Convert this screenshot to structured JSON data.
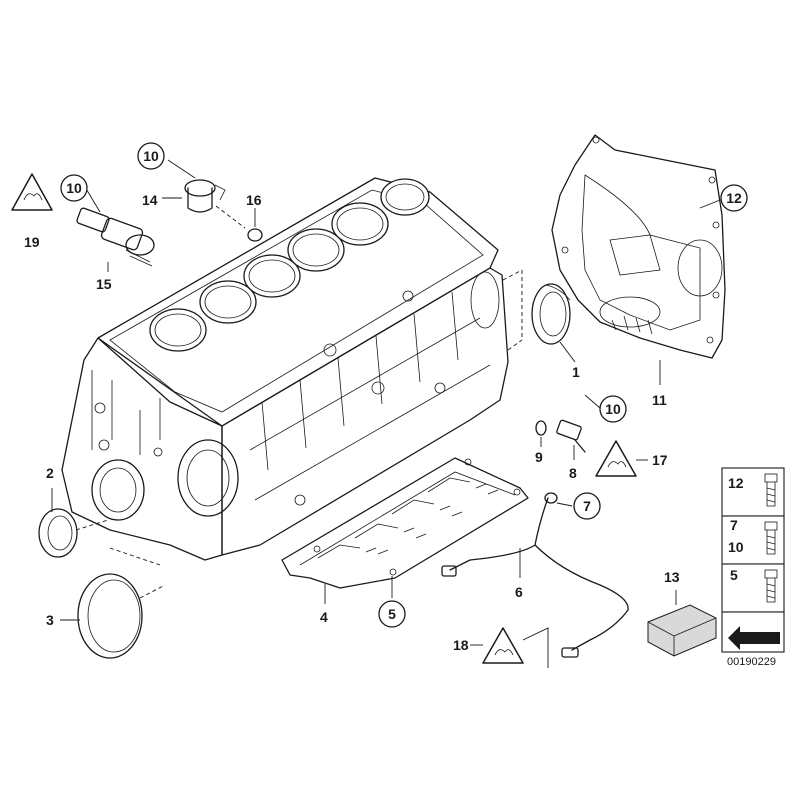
{
  "diagram_code": "00190229",
  "callouts": {
    "c1": "1",
    "c2": "2",
    "c3": "3",
    "c4": "4",
    "c5": "5",
    "c6": "6",
    "c7": "7",
    "c8": "8",
    "c9": "9",
    "c10a": "10",
    "c10b": "10",
    "c10c": "10",
    "c11": "11",
    "c12": "12",
    "c13": "13",
    "c14": "14",
    "c15": "15",
    "c16": "16",
    "c17": "17",
    "c18": "18",
    "c19": "19"
  },
  "legend": {
    "row1": "12",
    "row2a": "7",
    "row2b": "10",
    "row3": "5"
  }
}
